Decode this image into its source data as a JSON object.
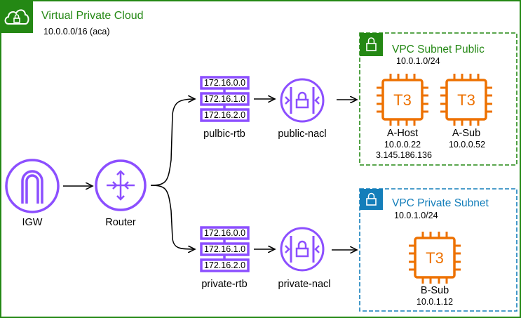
{
  "vpc": {
    "title": "Virtual Private Cloud",
    "cidr": "10.0.0.0/16 (aca)",
    "border_color": "#248814",
    "icon": "cloud-lock-icon"
  },
  "public_subnet": {
    "title": "VPC Subnet Public",
    "cidr": "10.0.1.0/24",
    "color": "#248814",
    "icon": "lock-icon",
    "instances": [
      {
        "type": "T3",
        "name": "A-Host",
        "ip": "10.0.0.22",
        "public_ip": "3.145.186.136"
      },
      {
        "type": "T3",
        "name": "A-Sub",
        "ip": "10.0.0.52"
      }
    ]
  },
  "private_subnet": {
    "title": "VPC Private Subnet",
    "cidr": "10.0.1.0/24",
    "color": "#147EBA",
    "icon": "lock-icon",
    "instances": [
      {
        "type": "T3",
        "name": "B-Sub",
        "ip": "10.0.1.12"
      }
    ]
  },
  "igw": {
    "label": "IGW",
    "icon": "internet-gateway-icon"
  },
  "router": {
    "label": "Router",
    "icon": "router-icon"
  },
  "public_rtb": {
    "label": "pulbic-rtb",
    "routes": [
      "172.16.0.0",
      "172.16.1.0",
      "172.16.2.0"
    ],
    "icon": "route-table-icon"
  },
  "private_rtb": {
    "label": "private-rtb",
    "routes": [
      "172.16.0.0",
      "172.16.1.0",
      "172.16.2.0"
    ],
    "icon": "route-table-icon"
  },
  "public_nacl": {
    "label": "public-nacl",
    "icon": "nacl-icon"
  },
  "private_nacl": {
    "label": "private-nacl",
    "icon": "nacl-icon"
  },
  "colors": {
    "network": "#8C4FFF",
    "compute": "#ED7100",
    "public": "#248814",
    "private": "#147EBA"
  }
}
